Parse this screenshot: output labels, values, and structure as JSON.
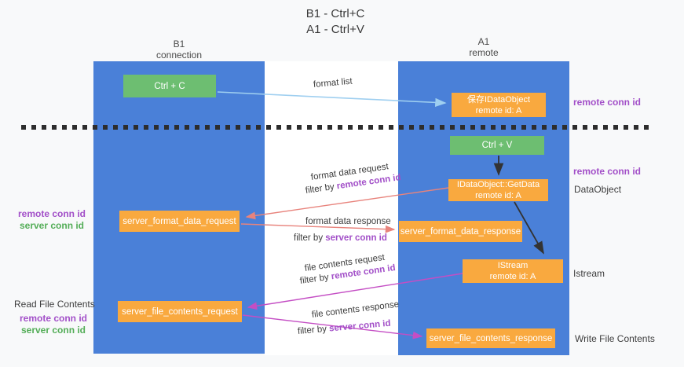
{
  "title": {
    "line1": "B1 - Ctrl+C",
    "line2": "A1 - Ctrl+V"
  },
  "columns": {
    "left": {
      "name": "B1",
      "role": "connection"
    },
    "right": {
      "name": "A1",
      "role": "remote"
    }
  },
  "nodes": {
    "ctrl_c": {
      "label": "Ctrl + C"
    },
    "ctrl_v": {
      "label": "Ctrl + V"
    },
    "save_dataobject": {
      "line1": "保存IDataObject",
      "line2": "remote id: A"
    },
    "getdata": {
      "line1": "IDataObject::GetData",
      "line2": "remote id: A"
    },
    "istream": {
      "line1": "IStream",
      "line2": "remote id: A"
    },
    "server_format_data_request": {
      "label": "server_format_data_request"
    },
    "server_format_data_response": {
      "label": "server_format_data_response"
    },
    "server_file_contents_request": {
      "label": "server_file_contents_request"
    },
    "server_file_contents_response": {
      "label": "server_file_contents_response"
    }
  },
  "flow_labels": {
    "format_list": "format list",
    "format_data_request": "format data request",
    "format_data_request_filter": {
      "prefix": "filter by ",
      "value": "remote conn id"
    },
    "format_data_response": "format data response",
    "format_data_response_filter": {
      "prefix": "filter by ",
      "value": "server conn id"
    },
    "file_contents_request": "file contents request",
    "file_contents_request_filter": {
      "prefix": "filter by ",
      "value": "remote conn id"
    },
    "file_contents_response": "file contents response",
    "file_contents_response_filter": {
      "prefix": "filter by ",
      "value": "server conn id"
    }
  },
  "side_labels": {
    "left_format": {
      "remote": "remote conn id",
      "server": "server conn id"
    },
    "left_file": {
      "title": "Read File Contents",
      "remote": "remote conn id",
      "server": "server conn id"
    },
    "right_top_remote": "remote conn id",
    "right_mid_remote": "remote conn id",
    "dataobject": "DataObject",
    "istream": "Istream",
    "write_file_contents": "Write File Contents"
  },
  "colors": {
    "column_blue": "#4a80d8",
    "box_green": "#6dbe71",
    "box_orange": "#f9a93f",
    "arrow_lightblue": "#9fcff0",
    "arrow_salmon": "#e8837c",
    "arrow_magenta": "#c44ec4",
    "arrow_black": "#333333",
    "label_purple": "#a24fc8",
    "label_green": "#53ad57",
    "divider_black": "#2d2d2d"
  }
}
